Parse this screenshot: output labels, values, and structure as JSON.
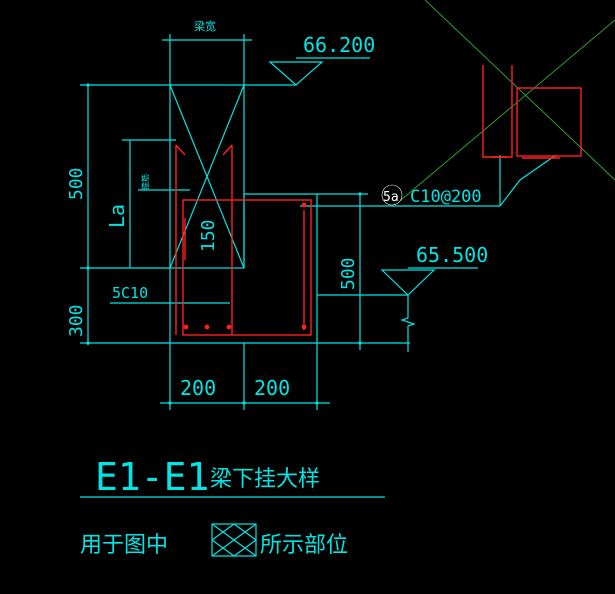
{
  "colors": {
    "background": "#000000",
    "outline": "#00e5e5",
    "rebar": "#ff2020",
    "guide": "#2e9e2e",
    "label": "#ffffff"
  },
  "drawing": {
    "beam_width_label": "梁宽",
    "top_elevation": "66.200",
    "hanger_elevation": "65.500",
    "dim_500_left": "500",
    "dim_300_left": "300",
    "anchorage_label": "La",
    "small_tag": "箍筋",
    "dim_150": "150",
    "dim_500_right": "500",
    "bar_left": "5C10",
    "marker": "5a",
    "stirrup_spec": "C10@200",
    "dim_200_a": "200",
    "dim_200_b": "200"
  },
  "caption": {
    "title": "E1-E1",
    "subtitle": "梁下挂大样",
    "note_prefix": "用于图中",
    "note_suffix": "所示部位"
  }
}
